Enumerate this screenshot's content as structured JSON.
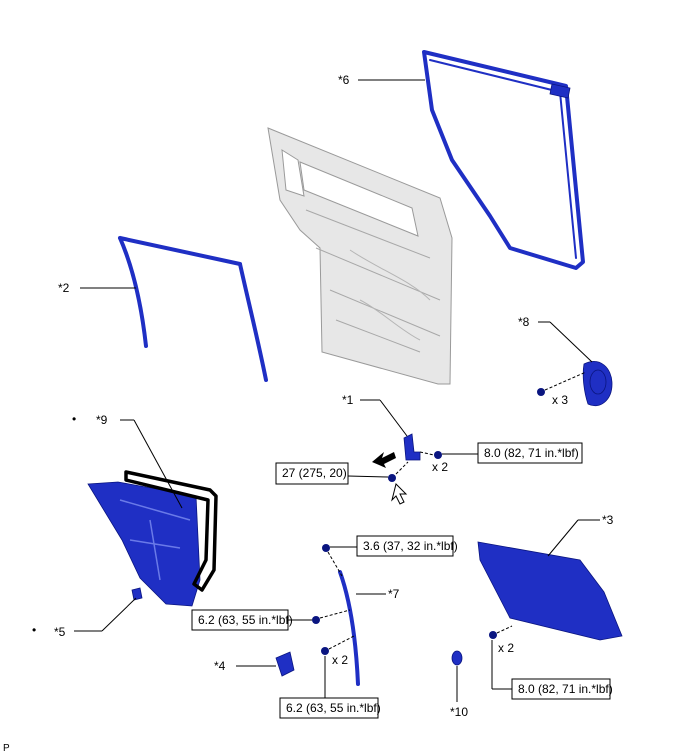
{
  "callouts": {
    "c1": "*1",
    "c2": "*2",
    "c3": "*3",
    "c4": "*4",
    "c5": "*5",
    "c6": "*6",
    "c7": "*7",
    "c8": "*8",
    "c9": "*9",
    "c10": "*10"
  },
  "bullets": {
    "b9": "•",
    "b5": "•"
  },
  "quantities": {
    "q8": "x 3",
    "q1": "x 2",
    "q7": "x 2",
    "q3": "x 2"
  },
  "torques": {
    "t1": "8.0 (82, 71 in.*lbf)",
    "t2": "27 (275, 20)",
    "t3": "3.6 (37, 32 in.*lbf)",
    "t4": "6.2 (63, 55 in.*lbf)",
    "t5": "6.2 (63, 55 in.*lbf)",
    "t6": "8.0 (82, 71 in.*lbf)"
  },
  "corner_label": "P"
}
